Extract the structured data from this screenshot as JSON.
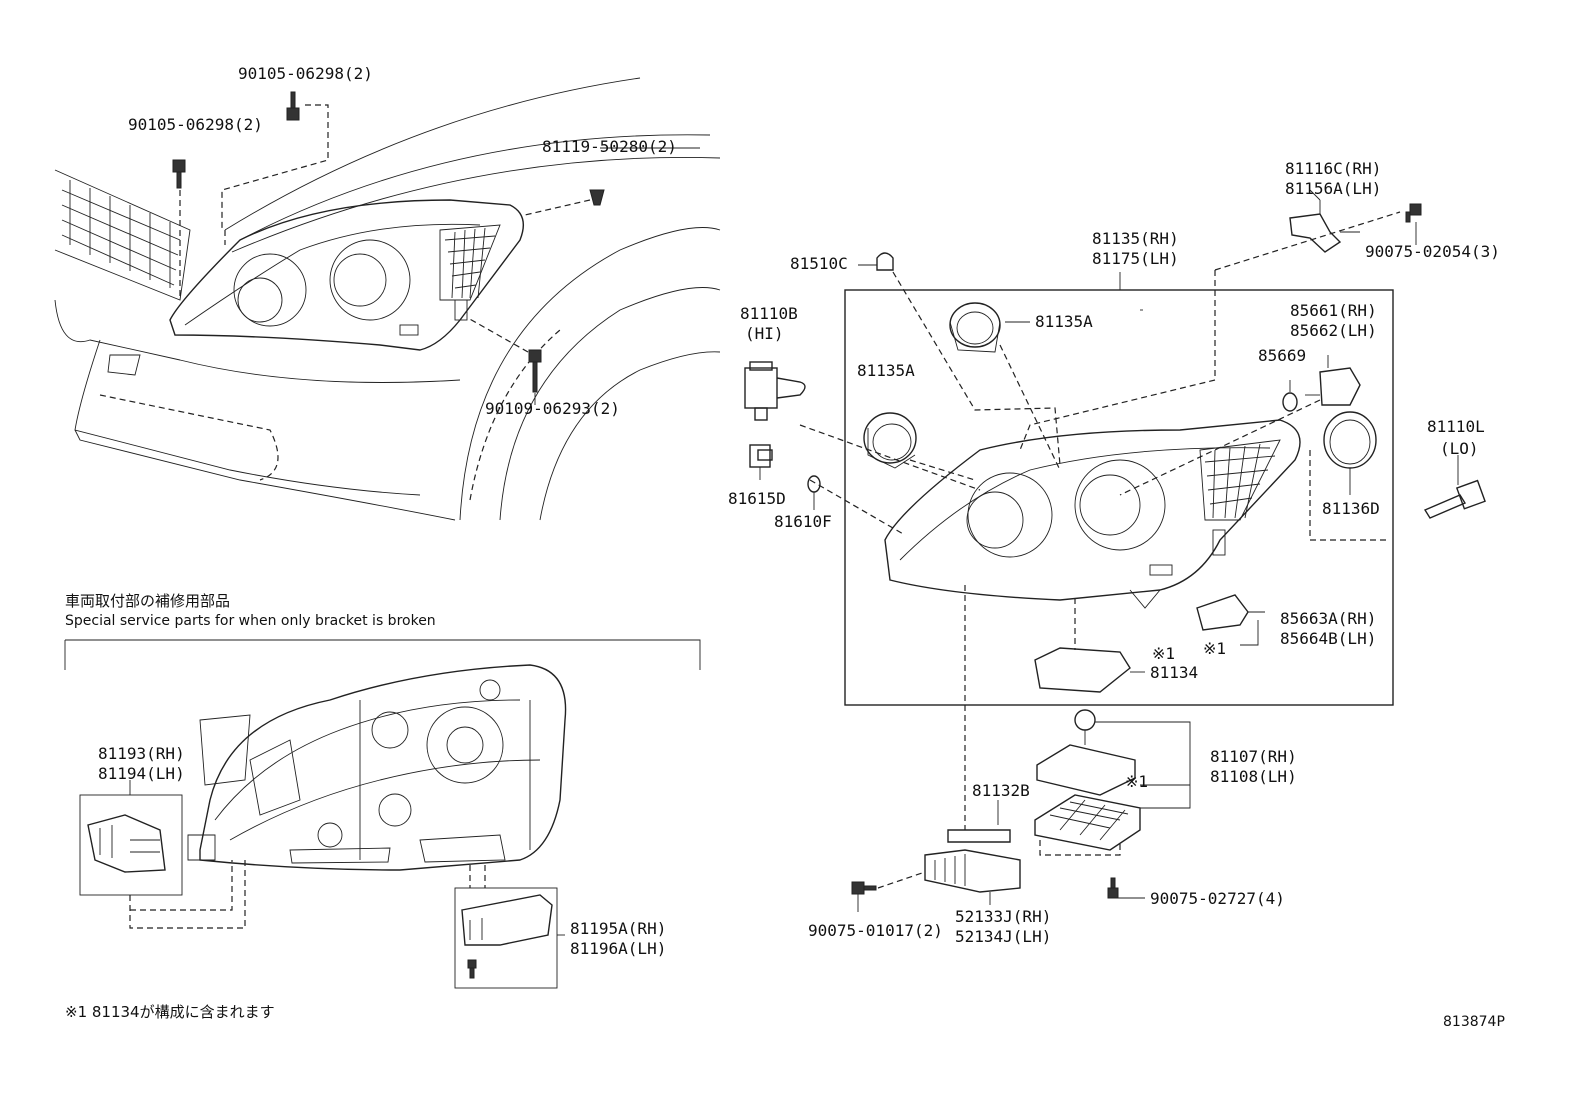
{
  "labels": {
    "p90105_top": "90105-06298(2)",
    "p90105_left": "90105-06298(2)",
    "p81119": "81119-50280(2)",
    "p90109": "90109-06293(2)",
    "p81116c": "81116C(RH)",
    "p81156a": "81156A(LH)",
    "p90075_02054": "90075-02054(3)",
    "p81135rh": "81135(RH)",
    "p81175lh": "81175(LH)",
    "p81510c": "81510C",
    "p81135a_top": "81135A",
    "p81110b": "81110B",
    "p_hi": "(HI)",
    "p81135a_left": "81135A",
    "p85661": "85661(RH)",
    "p85662": "85662(LH)",
    "p85669": "85669",
    "p81110l": "81110L",
    "p_lo": "(LO)",
    "p81615d": "81615D",
    "p81610f": "81610F",
    "p81136d": "81136D",
    "p85663a": "85663A(RH)",
    "p85664b": "85664B(LH)",
    "mark_1a": "※1",
    "mark_1b": "※1",
    "p81134": "81134",
    "p81107": "81107(RH)",
    "p81108": "81108(LH)",
    "mark_1c": "※1",
    "p81132b": "81132B",
    "p90075_02727": "90075-02727(4)",
    "p90075_01017": "90075-01017(2)",
    "p52133j": "52133J(RH)",
    "p52134j": "52134J(LH)",
    "p81193": "81193(RH)",
    "p81194": "81194(LH)",
    "p81195a": "81195A(RH)",
    "p81196a": "81196A(LH)",
    "note_jp": "車両取付部の補修用部品",
    "note_en": "Special service parts for when only bracket is broken",
    "footnote": "※1 81134が構成に含まれます",
    "diagram_id": "813874P"
  }
}
